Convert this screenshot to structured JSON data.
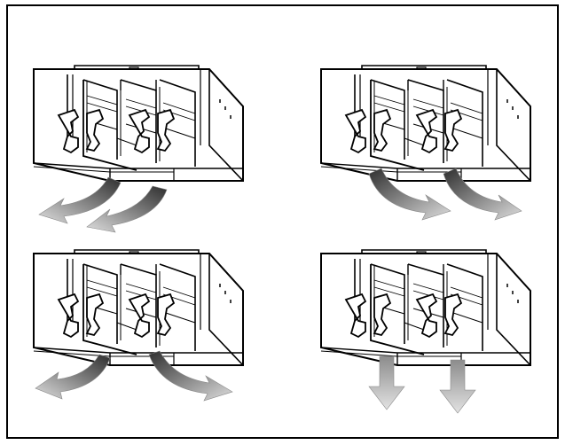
{
  "figure": {
    "panels": [
      {
        "id": "top-left",
        "outlet": "front",
        "arrows": "curved"
      },
      {
        "id": "top-right",
        "outlet": "rear",
        "arrows": "curved"
      },
      {
        "id": "bottom-left",
        "outlet": "front-and-rear",
        "arrows": "curved"
      },
      {
        "id": "bottom-right",
        "outlet": "bottom",
        "arrows": "straight-down"
      }
    ],
    "colors": {
      "line": "#000000",
      "background": "#ffffff",
      "arrow_dark": "#3a3a3a",
      "arrow_light": "#d6d6d6"
    }
  }
}
